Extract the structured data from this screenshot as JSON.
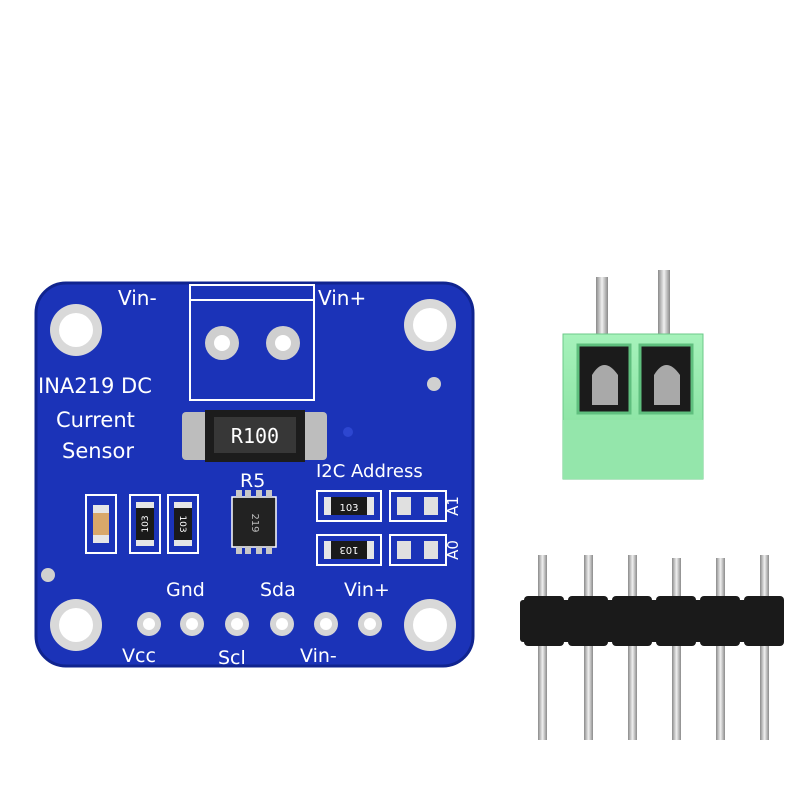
{
  "board": {
    "label_vin_minus_top": "Vin-",
    "label_vin_plus_top": "Vin+",
    "title_line1": "INA219 DC",
    "title_line2": "Current",
    "title_line3": "Sensor",
    "shunt_marking": "R100",
    "r5_label": "R5",
    "i2c_label": "I2C Address",
    "a1_label": "A1",
    "a0_label": "A0",
    "resistor_marking_1": "103",
    "resistor_marking_2": "103",
    "resistor_marking_3": "103",
    "resistor_marking_4": "103",
    "chip_marking": "219",
    "pin_gnd": "Gnd",
    "pin_sda": "Sda",
    "pin_vin_plus": "Vin+",
    "pin_vcc": "Vcc",
    "pin_scl": "Scl",
    "pin_vin_minus": "Vin-"
  },
  "colors": {
    "pcb": "#1b33b8",
    "pcb_edge": "#10248f",
    "terminal_block": "#8ee8a6",
    "header_plastic": "#1a1a1a",
    "pin_metal": "#c8c8c8"
  }
}
